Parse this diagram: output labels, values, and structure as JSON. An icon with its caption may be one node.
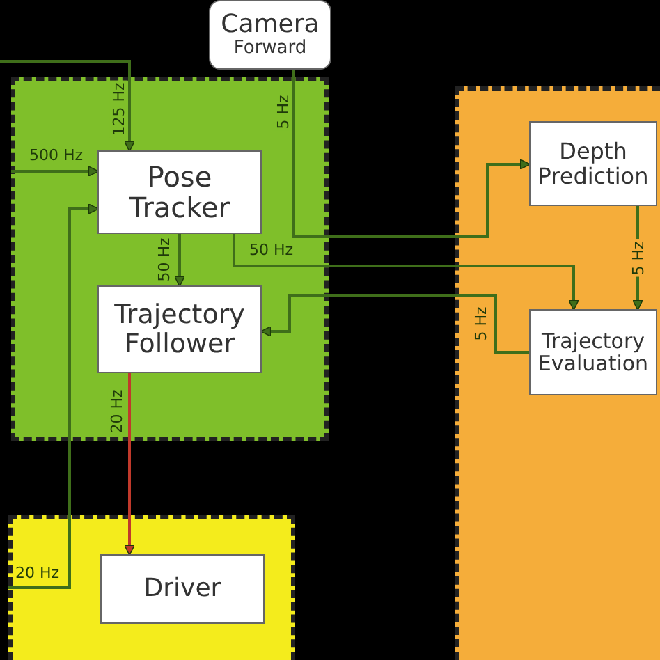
{
  "diagram": {
    "nodes": [
      {
        "text": [],
        "shape": "box"
      },
      {
        "text": [],
        "shape": "box"
      },
      {
        "text": [],
        "shape": "box"
      },
      {
        "text": [
          "Camera",
          "Forward"
        ]
      },
      {
        "text": [
          "Pose Tracker"
        ],
        "in": 0
      },
      {
        "text": [
          "Trajectory Follower"
        ],
        "in": 0
      },
      {
        "text": [
          "Depth Prediction"
        ],
        "in": 1
      },
      {
        "text": [
          "Trajectory Evaluation"
        ],
        "in": 1
      },
      {
        "text": [
          "Driver"
        ],
        "in": 2
      }
    ],
    "edges": [
      {
        "from": null,
        "to": 4,
        "arrow": "to",
        "label": "125 Hz"
      },
      {
        "from": null,
        "to": 4,
        "arrow": "to",
        "label": "500 Hz"
      },
      {
        "from": 3,
        "to": 6,
        "arrow": "to",
        "label": "5 Hz"
      },
      {
        "from": 4,
        "to": 5,
        "arrow": "to",
        "label": "50 Hz"
      },
      {
        "from": 4,
        "to": 7,
        "arrow": "to",
        "label": "50 Hz"
      },
      {
        "from": 7,
        "to": 5,
        "arrow": "to",
        "label": "5 Hz"
      },
      {
        "from": 6,
        "to": 7,
        "arrow": "to",
        "label": "5 Hz"
      },
      {
        "from": 5,
        "to": 8,
        "arrow": "to",
        "label": "20 Hz",
        "color": "#c0392b"
      },
      {
        "from": 2,
        "to": 4,
        "arrow": "to",
        "label": "20 Hz"
      }
    ]
  }
}
